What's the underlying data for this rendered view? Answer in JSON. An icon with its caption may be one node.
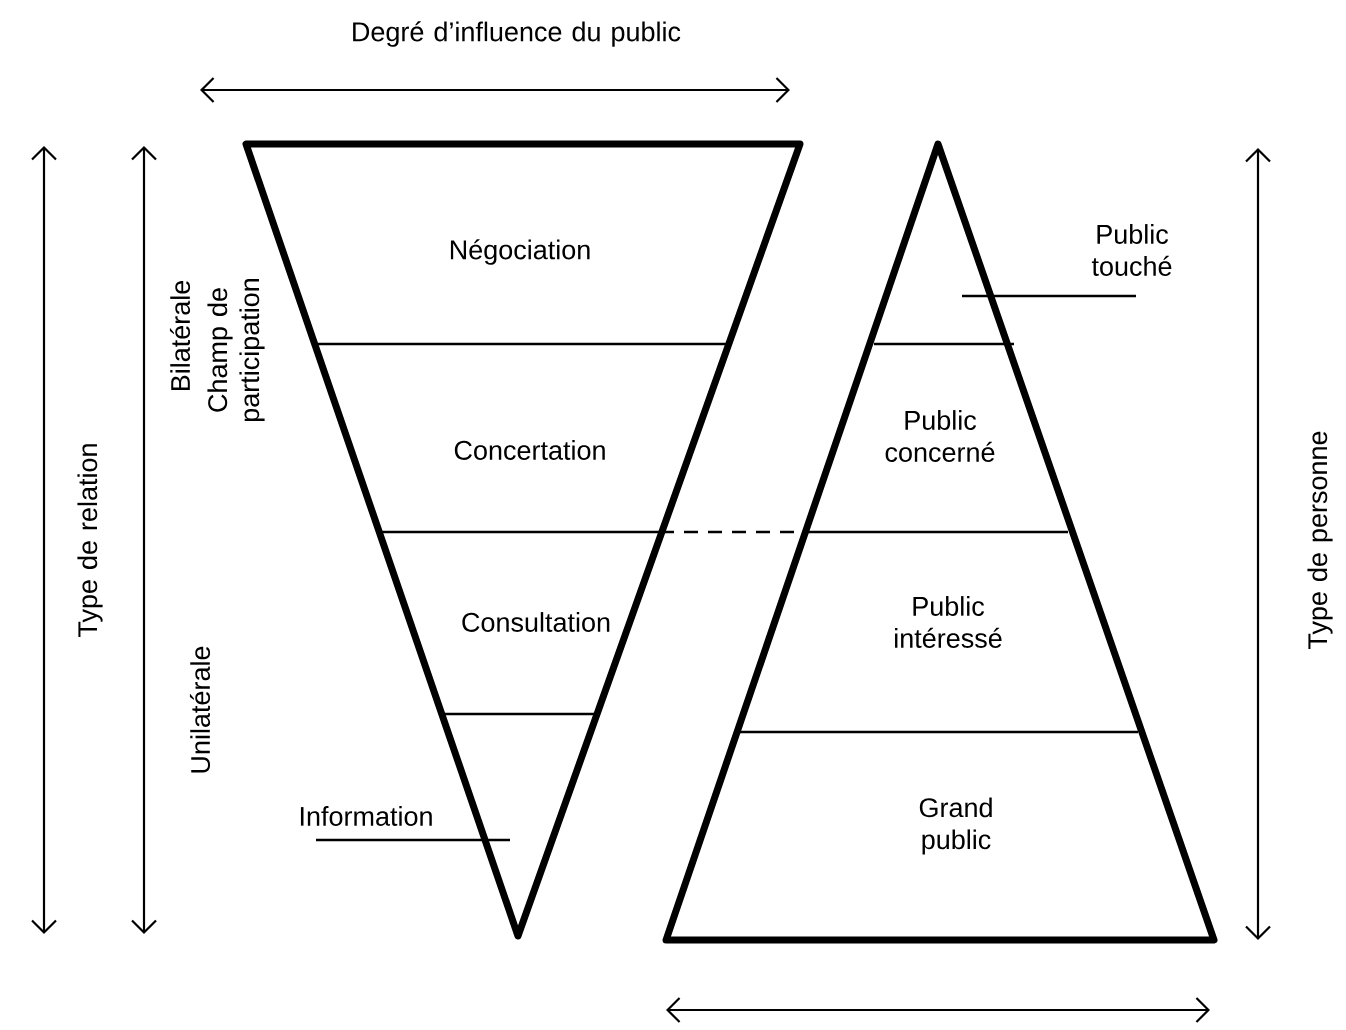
{
  "diagram": {
    "nodes": [
      {
        "text": [],
        "shape": "triangle"
      },
      {
        "text": [
          "Négociation"
        ],
        "in": 0
      },
      {
        "text": [
          "Concertation"
        ],
        "in": 0
      },
      {
        "text": [
          "Consultation"
        ],
        "in": 0
      },
      {
        "text": [
          "Information"
        ]
      },
      {
        "text": [],
        "shape": "triangle"
      },
      {
        "text": [
          "Public touché"
        ]
      },
      {
        "text": [
          "Public concerné"
        ],
        "in": 5
      },
      {
        "text": [
          "Public intéressé"
        ],
        "in": 5
      },
      {
        "text": [
          "Grand public"
        ],
        "in": 5
      }
    ],
    "edges": [
      {
        "from": 0,
        "to": 5,
        "arrow": "none",
        "style": "dashed"
      },
      {
        "from": 4,
        "to": 0,
        "arrow": "none"
      },
      {
        "from": 6,
        "to": 5,
        "arrow": "none"
      }
    ],
    "labels": [
      "Degré d’influence du public",
      "Type de relation",
      "Bilatérale",
      "Champ de participation",
      "Unilatérale",
      "Type de personne"
    ]
  }
}
